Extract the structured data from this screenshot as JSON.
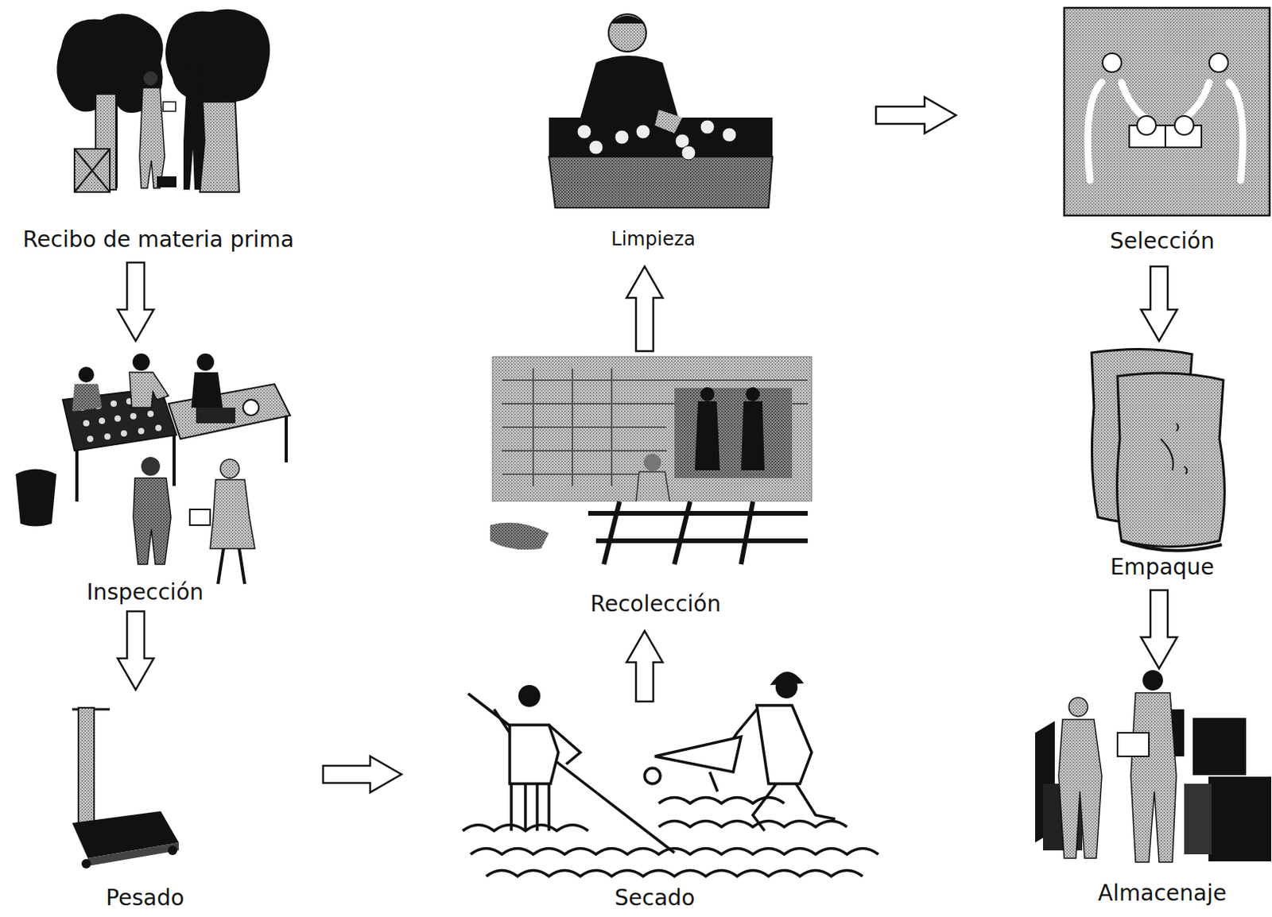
{
  "diagram": {
    "nodes": [
      {
        "text": [
          "Recibo de materia prima"
        ]
      },
      {
        "text": [
          "Inspección"
        ]
      },
      {
        "text": [
          "Pesado"
        ]
      },
      {
        "text": [
          "Secado"
        ]
      },
      {
        "text": [
          "Recolección"
        ]
      },
      {
        "text": [
          "Limpieza"
        ]
      },
      {
        "text": [
          "Selección"
        ]
      },
      {
        "text": [
          "Empaque"
        ]
      },
      {
        "text": [
          "Almacenaje"
        ]
      }
    ],
    "edges": [
      {
        "from": 0,
        "to": 1,
        "arrow": "to"
      },
      {
        "from": 1,
        "to": 2,
        "arrow": "to"
      },
      {
        "from": 2,
        "to": 3,
        "arrow": "to"
      },
      {
        "from": 3,
        "to": 4,
        "arrow": "to"
      },
      {
        "from": 4,
        "to": 5,
        "arrow": "to"
      },
      {
        "from": 5,
        "to": 6,
        "arrow": "to"
      },
      {
        "from": 6,
        "to": 7,
        "arrow": "to"
      },
      {
        "from": 7,
        "to": 8,
        "arrow": "to"
      }
    ]
  }
}
